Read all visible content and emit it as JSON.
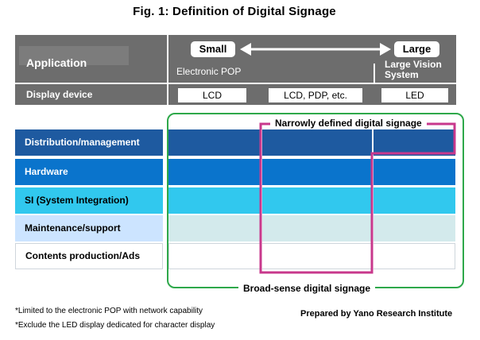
{
  "title": "Fig. 1: Definition of Digital Signage",
  "header": {
    "application_label": "Application",
    "display_device_label": "Display device",
    "scale": {
      "small": "Small",
      "large": "Large"
    },
    "applications": {
      "electronic_pop": "Electronic POP",
      "large_vision": "Large Vision System"
    },
    "devices": [
      "LCD",
      "LCD, PDP, etc.",
      "LED"
    ]
  },
  "rows": [
    {
      "label": "Distribution/management",
      "color": "#1e5aa0",
      "label_color": "#ffffff"
    },
    {
      "label": "Hardware",
      "color": "#0a74cc",
      "label_color": "#ffffff"
    },
    {
      "label": "SI (System Integration)",
      "color": "#31c8ee",
      "label_color": "#000000"
    },
    {
      "label": "Maintenance/support",
      "color": "#d3eaec",
      "label_color": "#000000",
      "label_bg": "#cce4ff"
    },
    {
      "label": "Contents production/Ads",
      "color": "#ffffff",
      "label_color": "#000000"
    }
  ],
  "frames": {
    "narrow": {
      "label": "Narrowly defined digital signage",
      "color": "#c8388c"
    },
    "broad": {
      "label": "Broad-sense digital signage",
      "color": "#2ea84a"
    }
  },
  "notes": [
    "*Limited to the electronic POP with network capability",
    "*Exclude the LED display dedicated for character display"
  ],
  "credit": "Prepared by Yano Research Institute"
}
